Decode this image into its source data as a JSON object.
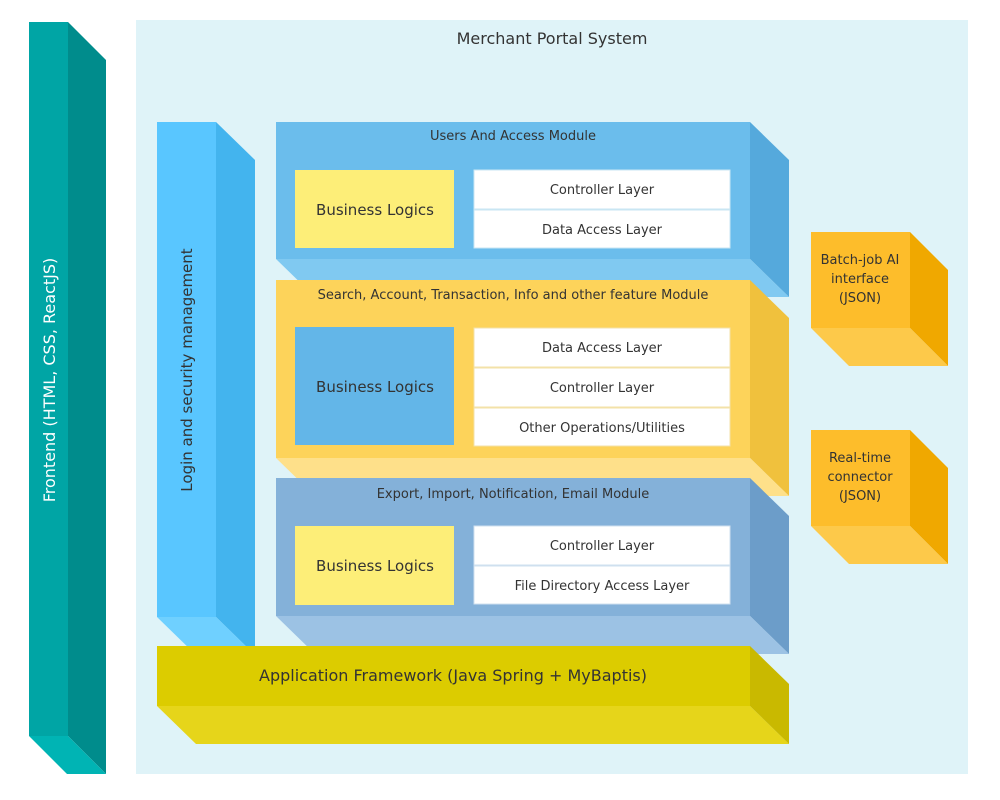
{
  "system_title": "Merchant Portal System",
  "frontend_label": "Frontend (HTML, CSS, ReactJS)",
  "security_label": "Login and security management",
  "framework_label": "Application Framework (Java Spring + MyBaptis)",
  "modules": [
    {
      "title": "Users And Access Module",
      "logic_label": "Business Logics",
      "layers": [
        "Controller Layer",
        "Data Access Layer"
      ]
    },
    {
      "title": "Search, Account, Transaction, Info and other feature Module",
      "logic_label": "Business Logics",
      "layers": [
        "Data Access Layer",
        "Controller Layer",
        "Other Operations/Utilities"
      ]
    },
    {
      "title": "Export, Import, Notification, Email Module",
      "logic_label": "Business Logics",
      "layers": [
        "Controller Layer",
        "File Directory Access Layer"
      ]
    }
  ],
  "interfaces": [
    {
      "lines": [
        "Batch-job AI",
        "interface",
        "(JSON)"
      ]
    },
    {
      "lines": [
        "Real-time",
        "connector",
        "(JSON)"
      ]
    }
  ],
  "colors": {
    "system_bg": "#dff3f8",
    "frontend": "#00a5a5",
    "security": "#59c6ff",
    "module_blue": "#6bbdec",
    "module_orange": "#fdd35a",
    "module_steel": "#84b1d9",
    "logic_yellow": "#fdee78",
    "logic_blue": "#63b6e8",
    "framework": "#dccc00",
    "interface": "#fdbd2b"
  }
}
